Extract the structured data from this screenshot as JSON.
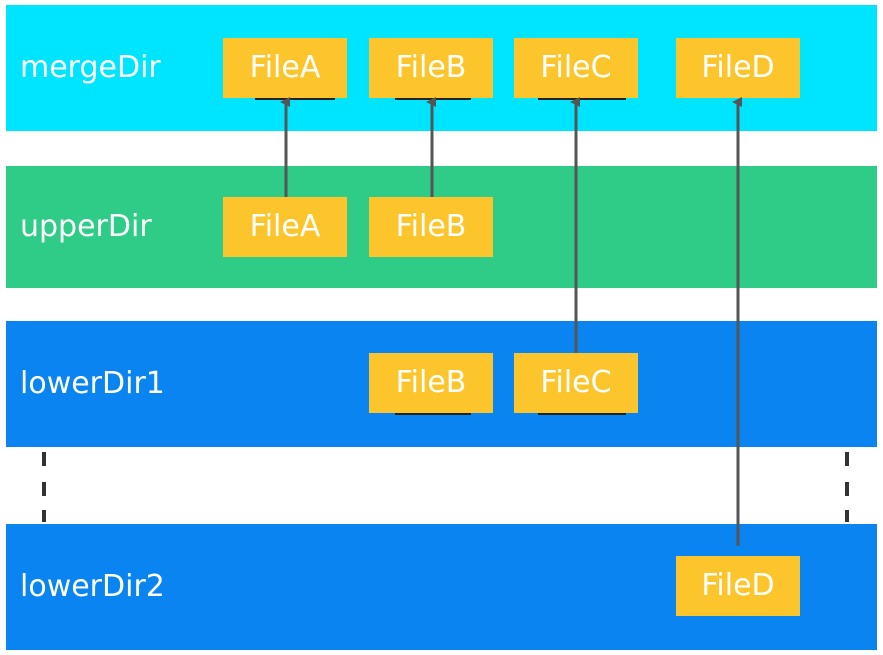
{
  "layers": {
    "merge": {
      "label": "mergeDir",
      "color": "#00e5ff",
      "files": [
        "FileA",
        "FileB",
        "FileC",
        "FileD"
      ]
    },
    "upper": {
      "label": "upperDir",
      "color": "#2ecc86",
      "files": [
        "FileA",
        "FileB"
      ]
    },
    "lower1": {
      "label": "lowerDir1",
      "color": "#0a84f0",
      "files": [
        "FileB",
        "FileC"
      ]
    },
    "lower2": {
      "label": "lowerDir2",
      "color": "#0a84f0",
      "files": [
        "FileD"
      ]
    }
  },
  "colors": {
    "file_box": "#fdc52c",
    "arrow": "#555555"
  }
}
